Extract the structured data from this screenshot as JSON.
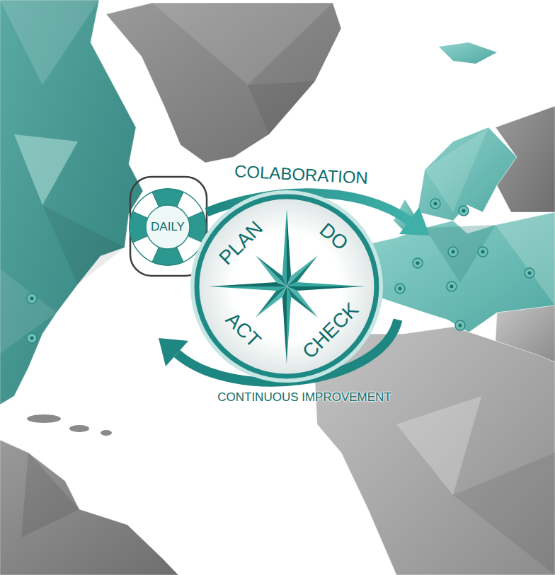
{
  "diagram": {
    "nodes": [
      {
        "text": [
          "DAILY"
        ]
      },
      {
        "text": [
          "PLAN",
          "DO",
          "CHECK",
          "ACT"
        ]
      }
    ],
    "labels": [
      "COLABORATION",
      "CONTINUOUS IMPROVEMENT"
    ]
  }
}
